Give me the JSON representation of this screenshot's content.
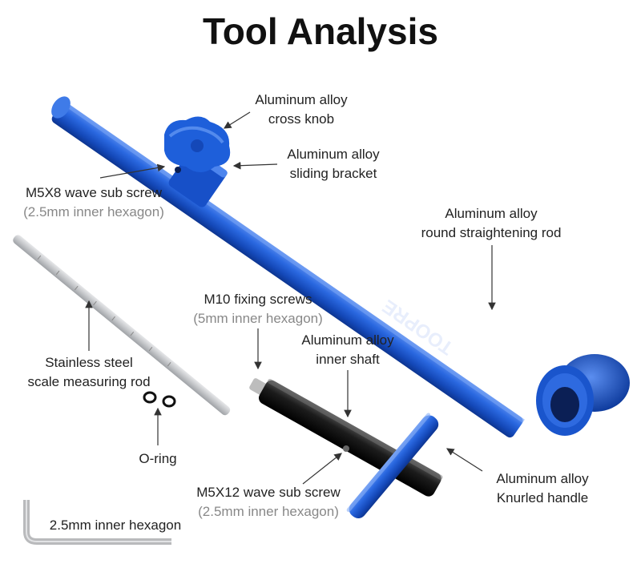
{
  "title": "Tool Analysis",
  "brand_text": "TOOPRE",
  "colors": {
    "tool_blue": "#1f5fd6",
    "handle_black": "#1a1a1a",
    "steel": "#c7c9cc"
  },
  "labels": {
    "cross_knob": {
      "line1": "Aluminum alloy",
      "line2": "cross knob"
    },
    "sliding_bracket": {
      "line1": "Aluminum alloy",
      "line2": "sliding bracket"
    },
    "m5x8_screw": {
      "line1": "M5X8 wave sub screw",
      "line2": "(2.5mm inner hexagon)"
    },
    "round_rod": {
      "line1": "Aluminum alloy",
      "line2": "round straightening rod"
    },
    "m10_screws": {
      "line1": "M10 fixing screws",
      "line2": "(5mm inner hexagon)"
    },
    "inner_shaft": {
      "line1": "Aluminum alloy",
      "line2": "inner shaft"
    },
    "scale_rod": {
      "line1": "Stainless steel",
      "line2": "scale measuring rod"
    },
    "o_ring": {
      "line1": "O-ring"
    },
    "knurled_handle": {
      "line1": "Aluminum alloy",
      "line2": "Knurled handle"
    },
    "m5x12_screw": {
      "line1": "M5X12 wave sub screw",
      "line2": "(2.5mm inner hexagon)"
    },
    "hex_key": {
      "line1": "2.5mm inner hexagon"
    }
  }
}
